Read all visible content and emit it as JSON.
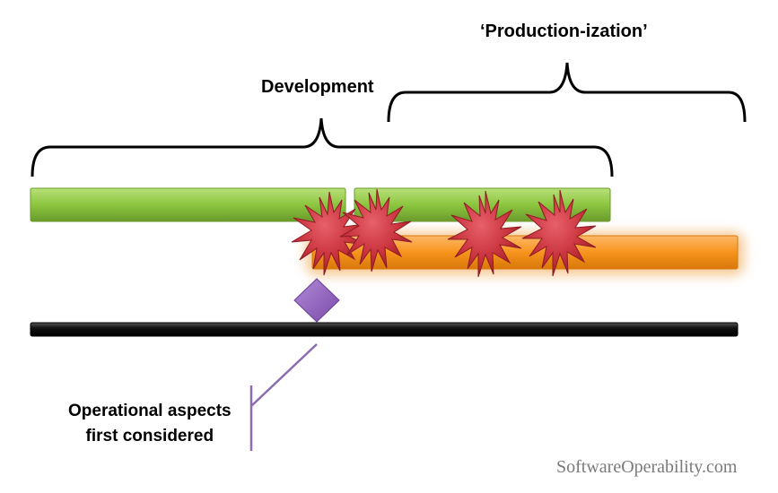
{
  "labels": {
    "production": "‘Production-ization’",
    "development": "Development",
    "operational_line1": "Operational aspects",
    "operational_line2": "first considered"
  },
  "watermark": "SoftwareOperability.com",
  "colors": {
    "development_bar": "#8cc63f",
    "development_bar_dark": "#6a9a2c",
    "production_bar": "#f7941d",
    "production_bar_dark": "#d9780a",
    "production_glow": "#f5c48a",
    "timeline": "#000000",
    "milestone": "#8e5fbf",
    "starburst": "#c8323c",
    "starburst_dark": "#8e1c24",
    "callout_line": "#8c6bb1"
  },
  "icons": {
    "milestone": "diamond-icon",
    "issue": "starburst-icon"
  },
  "issue_markers_count": 4
}
